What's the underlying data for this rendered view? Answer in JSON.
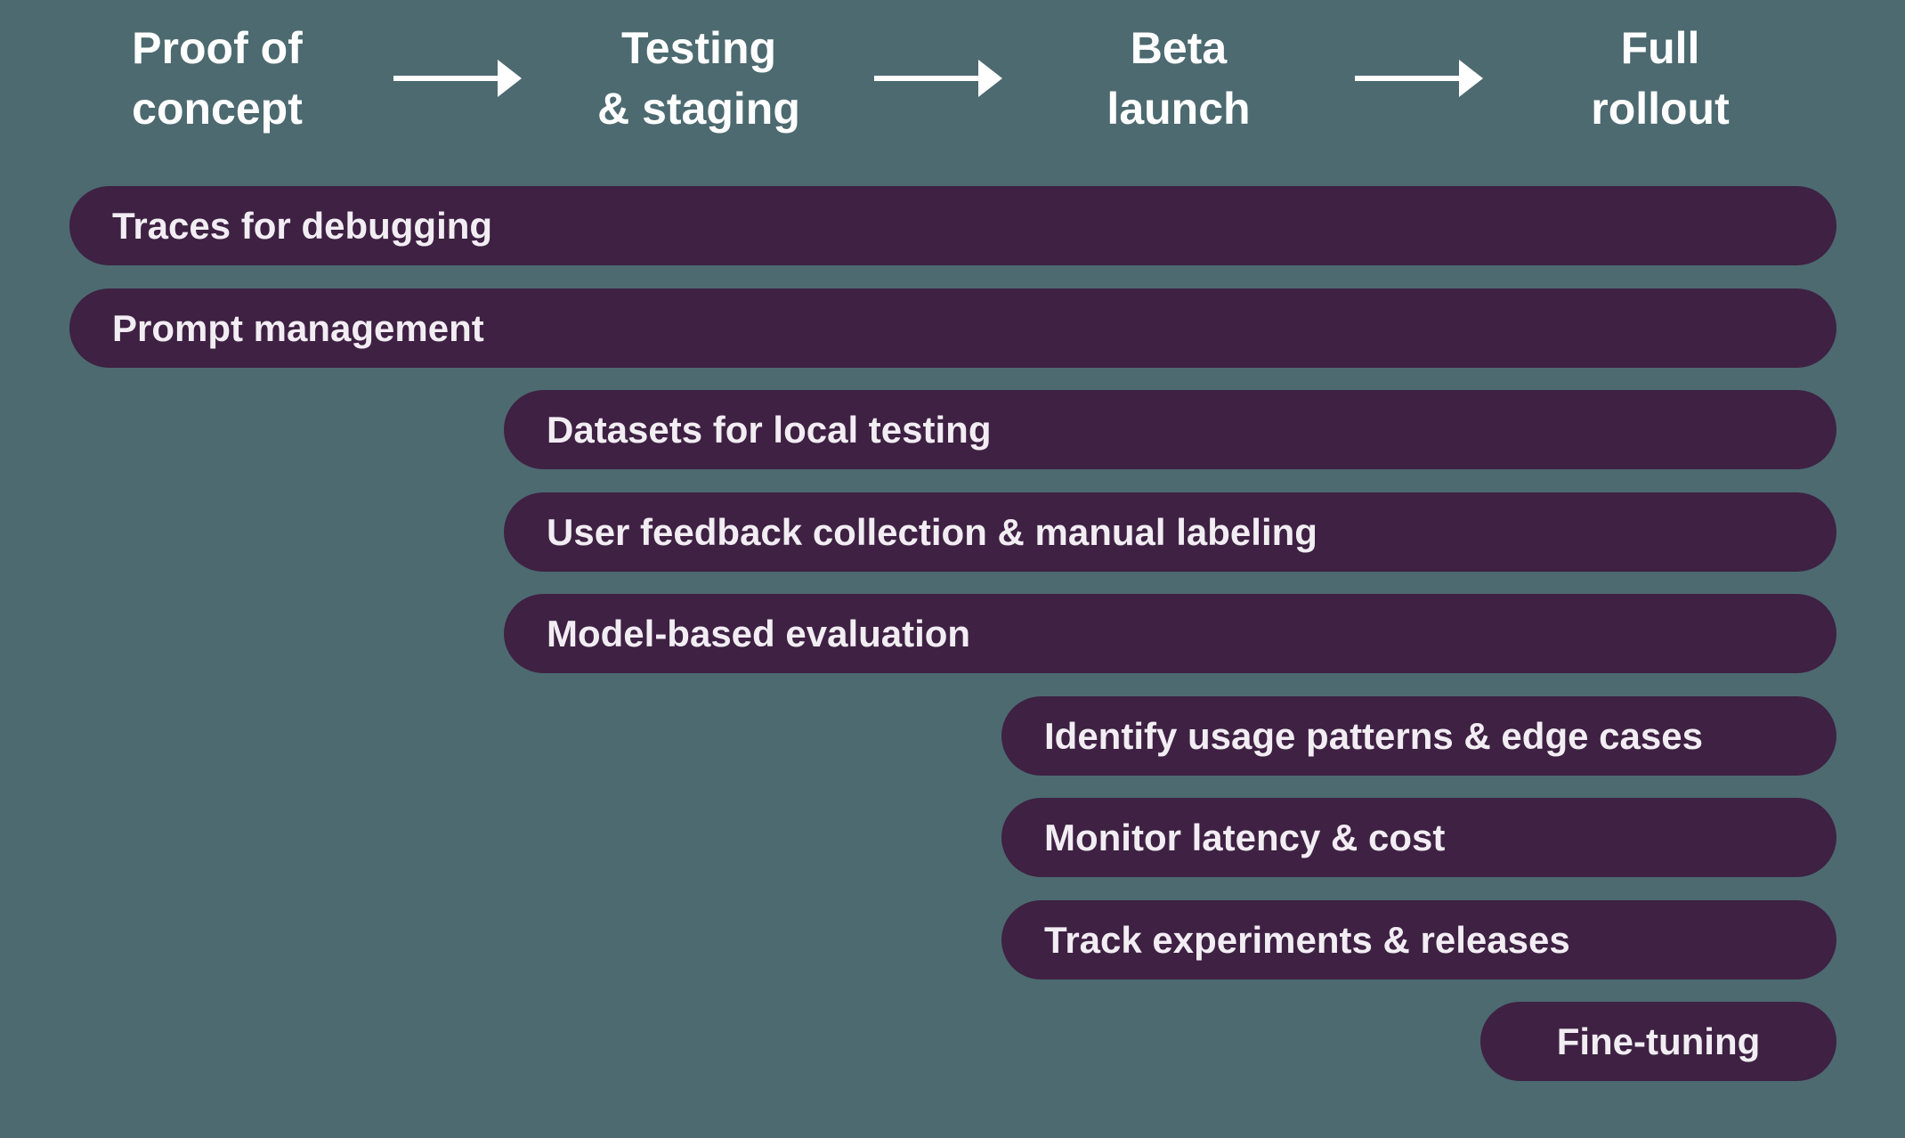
{
  "colors": {
    "background": "#4C6A70",
    "bar_fill": "#3E2143",
    "bar_text": "#F2EDF3",
    "header_text": "#FFFFFF",
    "arrow": "#FFFFFF"
  },
  "phases": [
    {
      "line1": "Proof of",
      "line2": "concept",
      "label": "Proof of concept"
    },
    {
      "line1": "Testing",
      "line2": "& staging",
      "label": "Testing & staging"
    },
    {
      "line1": "Beta",
      "line2": "launch",
      "label": "Beta launch"
    },
    {
      "line1": "Full",
      "line2": "rollout",
      "label": "Full rollout"
    }
  ],
  "bars": [
    {
      "label": "Traces for debugging",
      "start_phase": "Proof of concept",
      "end_phase": "Full rollout"
    },
    {
      "label": "Prompt management",
      "start_phase": "Proof of concept",
      "end_phase": "Full rollout"
    },
    {
      "label": "Datasets for local testing",
      "start_phase": "Testing & staging",
      "end_phase": "Full rollout"
    },
    {
      "label": "User feedback collection & manual labeling",
      "start_phase": "Testing & staging",
      "end_phase": "Full rollout"
    },
    {
      "label": "Model-based evaluation",
      "start_phase": "Testing & staging",
      "end_phase": "Full rollout"
    },
    {
      "label": "Identify usage patterns & edge cases",
      "start_phase": "Beta launch",
      "end_phase": "Full rollout"
    },
    {
      "label": "Monitor latency & cost",
      "start_phase": "Beta launch",
      "end_phase": "Full rollout"
    },
    {
      "label": "Track experiments & releases",
      "start_phase": "Beta launch",
      "end_phase": "Full rollout"
    },
    {
      "label": "Fine-tuning",
      "start_phase": "Full rollout",
      "end_phase": "Full rollout"
    }
  ]
}
